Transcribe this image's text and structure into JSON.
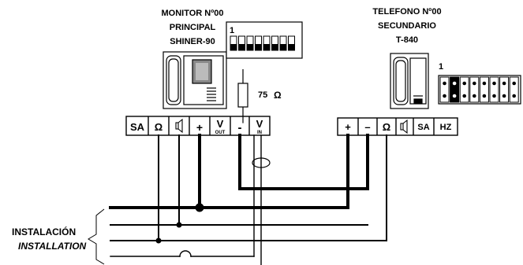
{
  "monitor": {
    "line1": "MONITOR Nº00",
    "line2": "PRINCIPAL",
    "line3": "SHINER-90"
  },
  "phone": {
    "line1": "TELEFONO Nº00",
    "line2": "SECUNDARIO",
    "line3": "T-840"
  },
  "dip_switch": {
    "start_label": "1",
    "positions": 8
  },
  "jumper_block": {
    "start_label": "1",
    "positions": 8
  },
  "resistor": {
    "value": "75",
    "unit_symbol": "Ω"
  },
  "monitor_terminals": [
    "SA",
    "Ω",
    "speaker-icon",
    "+",
    "V",
    "-",
    "V"
  ],
  "monitor_terminal_subs": {
    "v_out": "OUT",
    "v_in": "IN"
  },
  "phone_terminals": [
    "+",
    "–",
    "Ω",
    "speaker-icon",
    "SA",
    "HZ"
  ],
  "installation": {
    "label_es": "INSTALACIÓN",
    "label_en": "INSTALLATION"
  }
}
